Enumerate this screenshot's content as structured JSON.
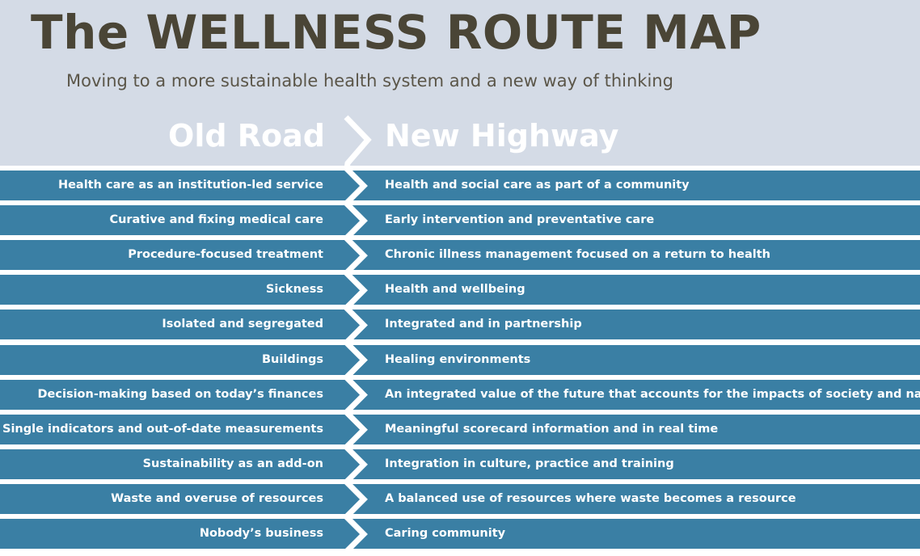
{
  "title": "The WELLNESS ROUTE MAP",
  "subtitle": "Moving to a more sustainable health system and a new way of thinking",
  "columns": {
    "old": "Old Road",
    "new": "New Highway"
  },
  "colors": {
    "header_bg": "#d4dbe6",
    "row_bg": "#3a7fa4",
    "title": "#4a4536"
  },
  "rows": [
    {
      "old": "Health care as an institution-led service",
      "new": "Health and social care as part of a community"
    },
    {
      "old": "Curative and fixing medical care",
      "new": "Early intervention and preventative care"
    },
    {
      "old": "Procedure-focused treatment",
      "new": "Chronic illness management focused on a return to health"
    },
    {
      "old": "Sickness",
      "new": "Health and wellbeing"
    },
    {
      "old": "Isolated and segregated",
      "new": "Integrated and in partnership"
    },
    {
      "old": "Buildings",
      "new": "Healing environments"
    },
    {
      "old": "Decision-making based on today’s finances",
      "new": "An integrated value of the future that accounts for the impacts of society and nature"
    },
    {
      "old": "Single indicators and out-of-date measurements",
      "new": "Meaningful scorecard information and in real time"
    },
    {
      "old": "Sustainability as an add-on",
      "new": "Integration in culture, practice and training"
    },
    {
      "old": "Waste and overuse of resources",
      "new": "A balanced use of resources where waste becomes a resource"
    },
    {
      "old": "Nobody’s business",
      "new": "Caring community"
    }
  ]
}
